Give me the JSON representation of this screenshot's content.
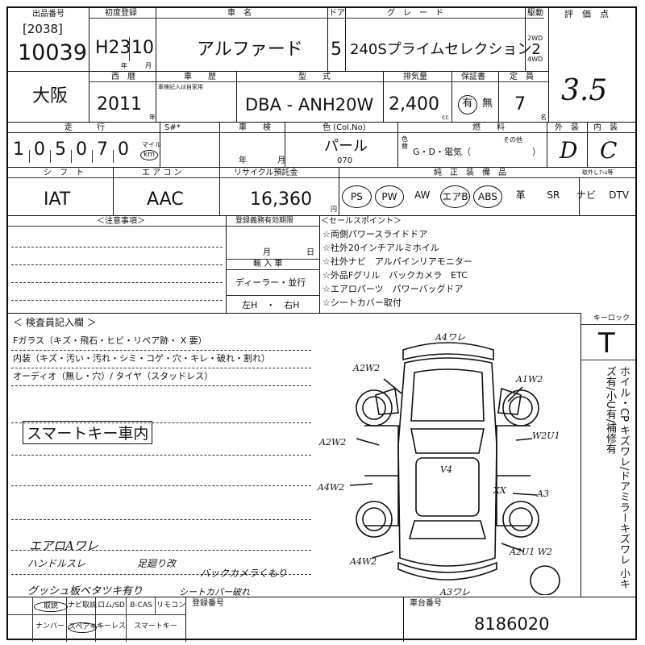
{
  "header": {
    "location_label": "出品番号",
    "lot_bracket": "[2038]",
    "lot_number": "10039",
    "first_reg_label": "初度登録",
    "era_year": "H23",
    "month": "10",
    "year_mark": "年",
    "month_mark": "月",
    "model_label": "車　名",
    "model": "アルファード",
    "door_label": "ドア",
    "doors": "5",
    "grade_label": "グ　レ　ー　ド",
    "grade": "240Sプライムセレクション2",
    "drive_label": "駆動",
    "drive_2wd": "2WD",
    "drive_4wd": "4WD",
    "score_label": "評　価　点",
    "score": "3.5"
  },
  "row2": {
    "region": "大阪",
    "year_label": "西　暦",
    "year": "2011",
    "year_mark": "年",
    "history_label": "車　　歴",
    "history_sub": "車検記入は自家用",
    "type_label": "型　　式",
    "model_code": "DBA - ANH20W",
    "displacement_label": "排気量",
    "displacement": "2,400",
    "cc": "cc",
    "warranty_label": "保証書",
    "warranty_yes": "有",
    "warranty_no": "無",
    "capacity_label": "定　員",
    "capacity": "7",
    "capacity_unit": "名"
  },
  "row3": {
    "mileage_label": "走　　　行",
    "mileage_digits": [
      "1",
      "0",
      "5",
      "0",
      "7",
      "0"
    ],
    "mile_unit": "マイル",
    "km_unit": "km",
    "smark_label": "S#*",
    "inspection_label": "車　　検",
    "insp_year": "年",
    "insp_month": "月",
    "color_label": "色 (Col.No)",
    "color": "パール",
    "color_code": "070",
    "color_change_label": "色替",
    "fuel_label": "燃　　料",
    "fuel_options": "G・D・電気（",
    "fuel_other": "その他",
    "fuel_close": "）",
    "exterior_label": "外　装",
    "exterior": "D",
    "interior_label": "内　装",
    "interior": "C"
  },
  "row4": {
    "shift_label": "シ　フ　ト",
    "shift": "IAT",
    "ac_label": "エ ア コ ン",
    "ac": "AAC",
    "recycle_label": "リサイクル預託金",
    "recycle": "16,360",
    "yen": "円",
    "equipment_label": "純　正　装　備　品",
    "options_label": "取外しｱｰﾑ等",
    "equipment": [
      "PS",
      "PW",
      "AW",
      "エアB",
      "ABS",
      "革",
      "SR",
      "ナビ",
      "DTV"
    ]
  },
  "row5": {
    "notes_label": "＜注意事項＞",
    "reg_deadline_label": "登録義務有効期限",
    "reg_day": "日",
    "reg_month": "月",
    "import_label": "輸 入 車",
    "import_dealer": "ディーラー・並行",
    "handle": "左H　・　右H",
    "sales_label": "＜セールスポイント＞",
    "sales_points": [
      "☆両側パワースライドドア",
      "☆社外20インチアルミホイル",
      "☆社外ナビ　アルパインリアモニター",
      "☆外品Fグリル　バックカメラ　ETC",
      "☆エアロパーツ　パワーバッグドア",
      "☆シートカバー取付"
    ]
  },
  "inspector": {
    "title": "＜ 検査員記入欄 ＞",
    "lines": [
      "Fガラス（キズ・飛石・ヒビ・リペア跡・ X 要）",
      "内装（キズ・汚い・汚れ・シミ・コゲ・穴・キレ・破れ・割れ）",
      "オーディオ（無し・穴）/ タイヤ（スタッドレス）"
    ],
    "stamp": "スマートキー車内",
    "hand_notes": [
      "エアロAワレ",
      "ハンドルスレ",
      "足廻り改",
      "バックカメラくもり",
      "グッシュ板ベタツキ有り",
      "シートカバー破れ"
    ]
  },
  "diagram": {
    "marks": [
      "A4ワレ",
      "A2W2",
      "A1W2",
      "W2U1",
      "A2W2",
      "V4",
      "A4W2",
      "XX",
      "A3",
      "A4W2",
      "A2U1 W2",
      "A3ワレ"
    ]
  },
  "side": {
    "keylock_label": "キーロック",
    "keylock": "T",
    "notes": "ホイル・CP キズワレ/ドアミラーキズワレ 小キズ有/小U有/補修有"
  },
  "footer": {
    "items_row1": [
      "取説",
      "ナビ取説",
      "ロム/SD",
      "B-CAS",
      "リモコン"
    ],
    "items_row2": [
      "ナンバー",
      "スペアキー",
      "キーレス",
      "スマートキー"
    ],
    "reg_number_label": "登録番号",
    "chassis_label": "車台番号",
    "chassis": "8186020"
  }
}
